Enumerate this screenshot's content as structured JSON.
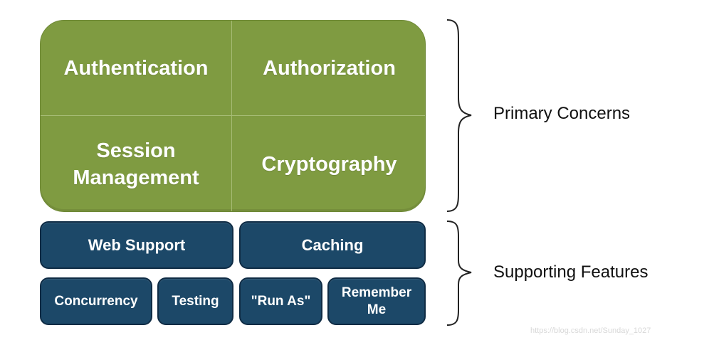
{
  "primary": {
    "cells": [
      "Authentication",
      "Authorization",
      "Session\nManagement",
      "Cryptography"
    ],
    "label": "Primary Concerns",
    "color": "#7f9b41"
  },
  "supporting": {
    "row1": [
      "Web Support",
      "Caching"
    ],
    "row2": [
      "Concurrency",
      "Testing",
      "\"Run As\"",
      "Remember\nMe"
    ],
    "label": "Supporting Features",
    "color": "#1c4868"
  },
  "brace_icon": "curly-brace-icon",
  "watermark": "https://blog.csdn.net/Sunday_1027"
}
